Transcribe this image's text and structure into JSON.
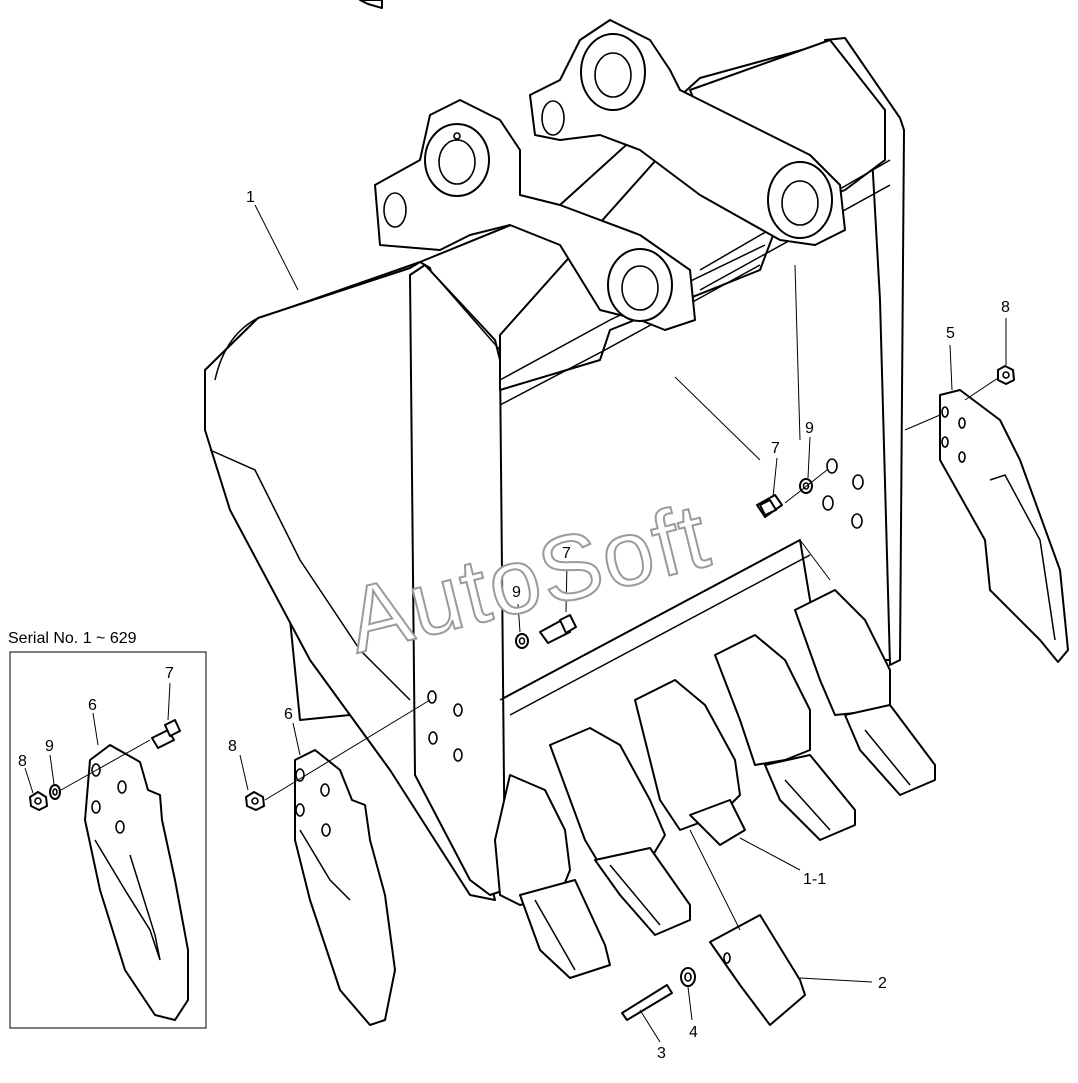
{
  "diagram": {
    "callouts": {
      "c1": "1",
      "c1_1": "1-1",
      "c2": "2",
      "c3": "3",
      "c4": "4",
      "c5": "5",
      "c6_inset": "6",
      "c6_main": "6",
      "c7_inset": "7",
      "c7_mid": "7",
      "c7_right": "7",
      "c8_inset": "8",
      "c8_main": "8",
      "c8_right": "8",
      "c9_inset": "9",
      "c9_mid": "9",
      "c9_right": "9"
    },
    "inset_title": "Serial No. 1 ~ 629",
    "watermark": "AutoSoft"
  }
}
